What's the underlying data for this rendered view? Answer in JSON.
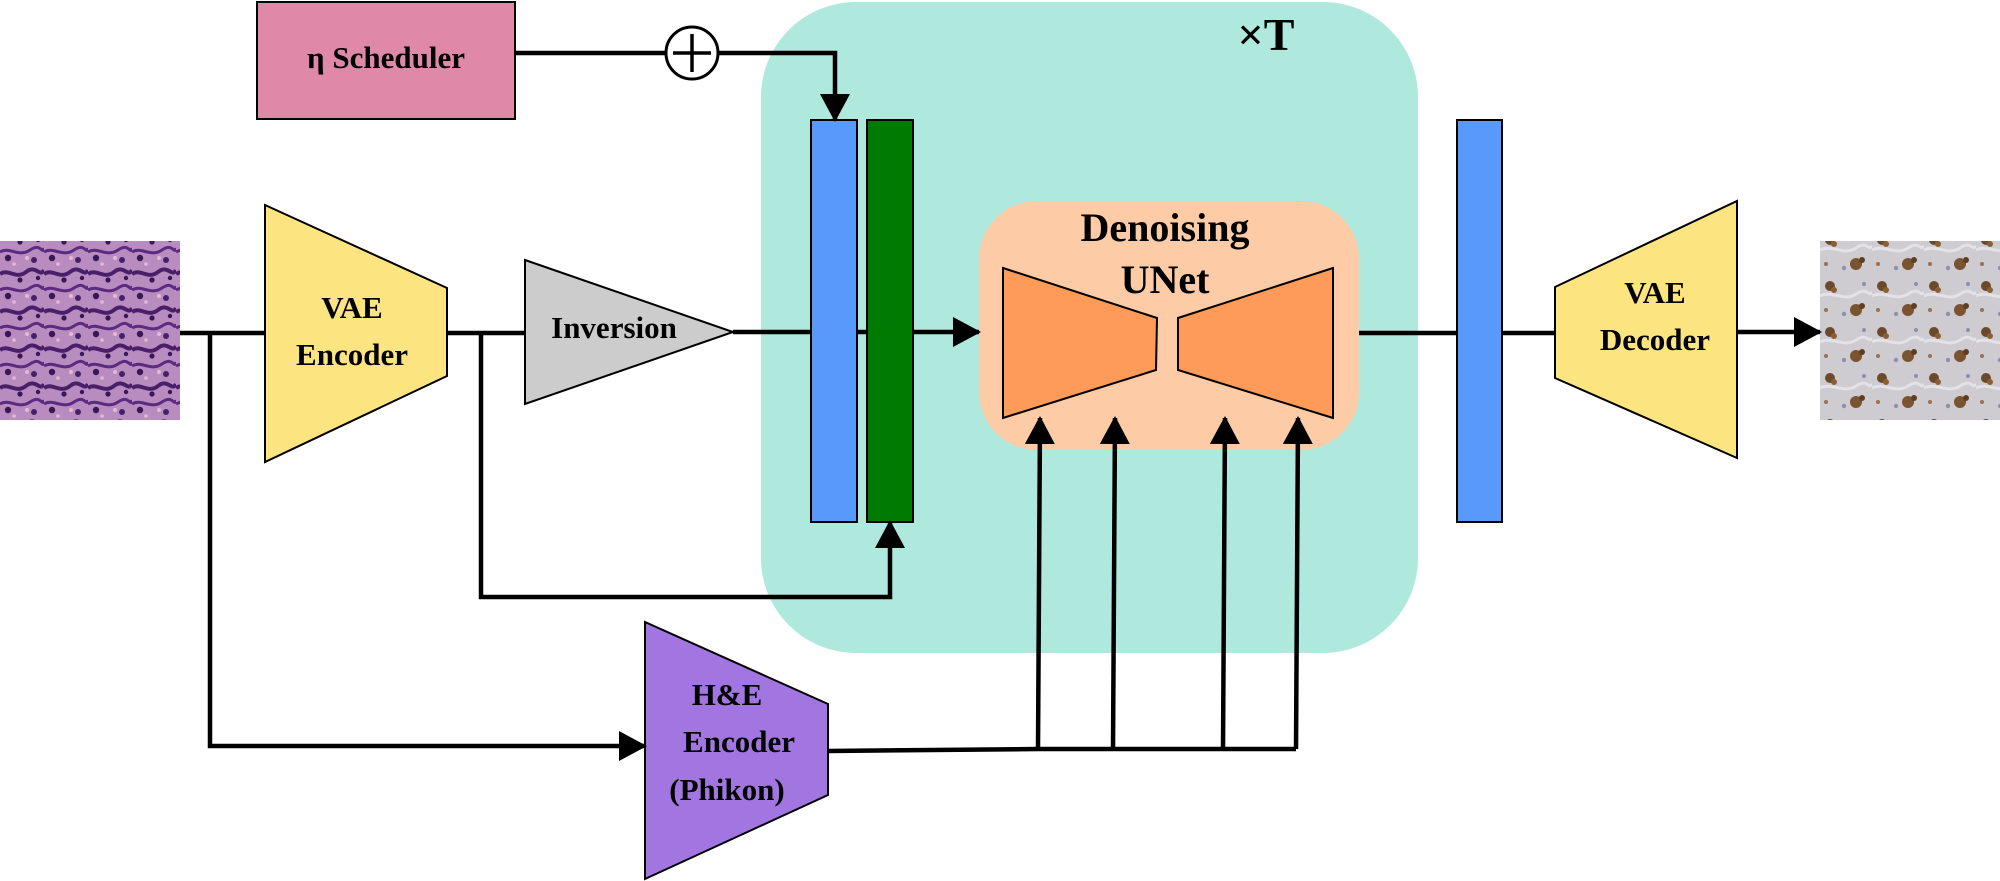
{
  "labels": {
    "scheduler": "η Scheduler",
    "times": "×T",
    "vae_encoder_1": "VAE",
    "vae_encoder_2": "Encoder",
    "inversion": "Inversion",
    "denoising_1": "Denoising",
    "denoising_2": "UNet",
    "vae_decoder_1": "VAE",
    "vae_decoder_2": "Decoder",
    "he_encoder_1": "H&E",
    "he_encoder_2": "Encoder",
    "he_encoder_3": "(Phikon)",
    "plus_symbol": "+"
  },
  "colors": {
    "scheduler": "#df88a8",
    "loop_region": "#afe9dd",
    "vae": "#fce580",
    "inversion": "#cccccc",
    "unet_panel": "#fdcba6",
    "unet_blocks": "#ff9b58",
    "latent_blue": "#5899fb",
    "latent_green": "#007a00",
    "he_encoder": "#a276e0",
    "he_tissue": "#9b5b9e",
    "ihc_tissue": "#c9c5c8"
  },
  "icons": {
    "input_image": "he-stained-tissue-image",
    "output_image": "ihc-stained-tissue-image",
    "sum": "circled-plus-icon"
  }
}
